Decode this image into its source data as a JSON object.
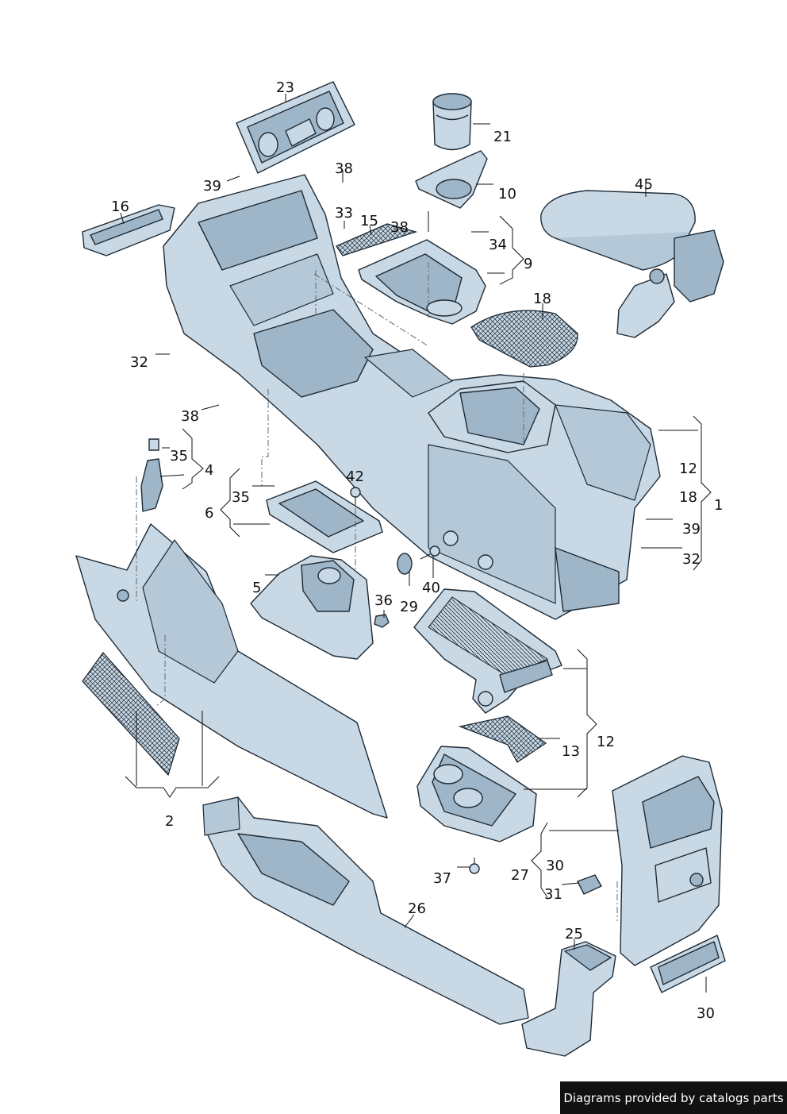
{
  "callouts": [
    {
      "id": "c23",
      "text": "23"
    },
    {
      "id": "c21",
      "text": "21"
    },
    {
      "id": "c38a",
      "text": "38"
    },
    {
      "id": "c39a",
      "text": "39"
    },
    {
      "id": "c10",
      "text": "10"
    },
    {
      "id": "c45",
      "text": "45"
    },
    {
      "id": "c16",
      "text": "16"
    },
    {
      "id": "c33",
      "text": "33"
    },
    {
      "id": "c15",
      "text": "15"
    },
    {
      "id": "c38b",
      "text": "38"
    },
    {
      "id": "c34",
      "text": "34"
    },
    {
      "id": "c9",
      "text": "9"
    },
    {
      "id": "c18a",
      "text": "18"
    },
    {
      "id": "c32a",
      "text": "32"
    },
    {
      "id": "c38c",
      "text": "38"
    },
    {
      "id": "c35a",
      "text": "35"
    },
    {
      "id": "c4",
      "text": "4"
    },
    {
      "id": "c12a",
      "text": "12"
    },
    {
      "id": "c18b",
      "text": "18"
    },
    {
      "id": "c1",
      "text": "1"
    },
    {
      "id": "c39b",
      "text": "39"
    },
    {
      "id": "c32b",
      "text": "32"
    },
    {
      "id": "c35b",
      "text": "35"
    },
    {
      "id": "c42",
      "text": "42"
    },
    {
      "id": "c6",
      "text": "6"
    },
    {
      "id": "c5",
      "text": "5"
    },
    {
      "id": "c36",
      "text": "36"
    },
    {
      "id": "c40",
      "text": "40"
    },
    {
      "id": "c29",
      "text": "29"
    },
    {
      "id": "c12b",
      "text": "12"
    },
    {
      "id": "c13",
      "text": "13"
    },
    {
      "id": "c2",
      "text": "2"
    },
    {
      "id": "c30a",
      "text": "30"
    },
    {
      "id": "c27",
      "text": "27"
    },
    {
      "id": "c31",
      "text": "31"
    },
    {
      "id": "c37",
      "text": "37"
    },
    {
      "id": "c26",
      "text": "26"
    },
    {
      "id": "c25",
      "text": "25"
    },
    {
      "id": "c30b",
      "text": "30"
    }
  ],
  "credit": "Diagrams provided by catalogs parts"
}
